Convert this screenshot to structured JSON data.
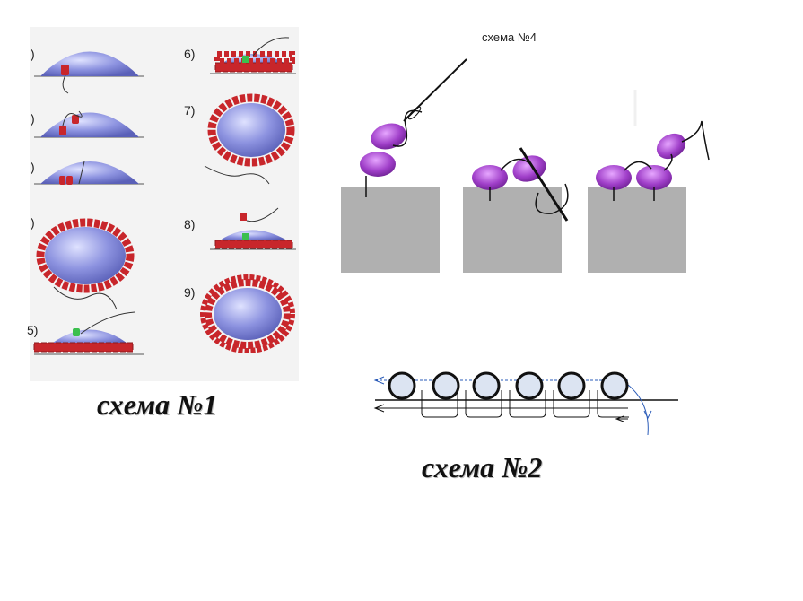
{
  "scheme1": {
    "caption": "схема №1",
    "steps": [
      "6)",
      "7)",
      "8)",
      "9)"
    ],
    "edge_marks": [
      ")",
      ")",
      ")",
      ")",
      "5)"
    ]
  },
  "scheme2": {
    "caption": "схема №2"
  },
  "scheme4": {
    "title": "схема №4"
  },
  "colors": {
    "cabochon": "#8d93e0",
    "bead_red": "#c8262b",
    "bead_green": "#3bbf4e",
    "bead_purple": "#a03fc9",
    "block_gray": "#b0b0b0",
    "thread_blue": "#2a5bb8"
  }
}
